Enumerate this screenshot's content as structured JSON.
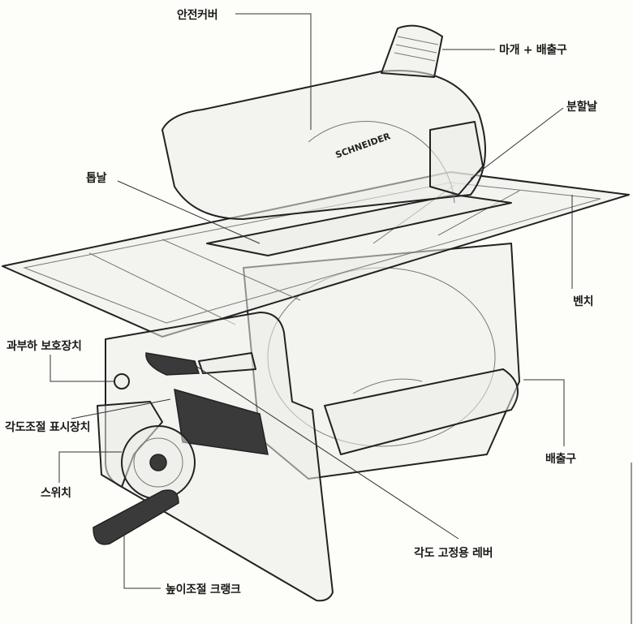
{
  "title": "테이블 톱 구성 부품",
  "brand_text": "SCHNEIDER",
  "labels": {
    "safety_cover": "안전커버",
    "cap_outlet": "마개 + 배출구",
    "riving_knife": "분할날",
    "saw_blade": "톱날",
    "bench": "벤치",
    "overload_protector": "과부하 보호장치",
    "angle_indicator": "각도조절 표시장치",
    "switch": "스위치",
    "outlet": "배출구",
    "angle_lock_lever": "각도 고정용 레버",
    "height_crank": "높이조절 크랭크"
  },
  "colors": {
    "background": "#fdfdf9",
    "line": "#222222"
  }
}
